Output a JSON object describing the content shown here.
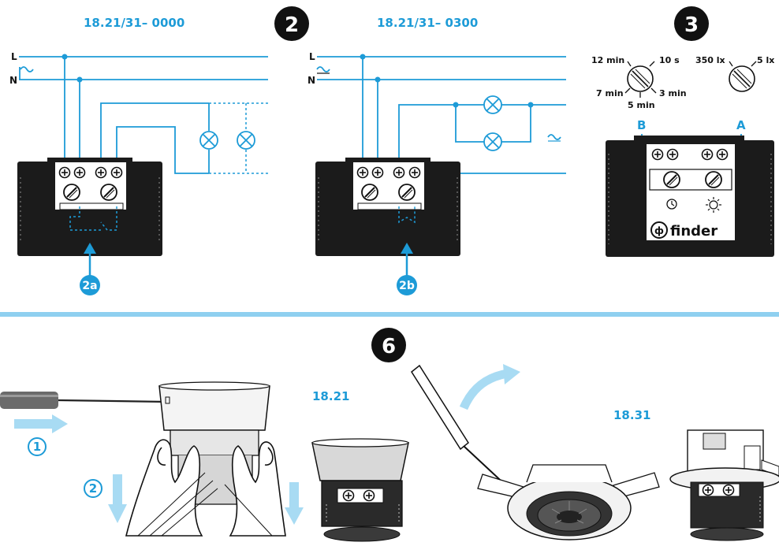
{
  "section2": {
    "number": "2",
    "diagram_a": {
      "title": "18.21/31– 0000",
      "label_l": "L",
      "label_n": "N",
      "callout": "2a"
    },
    "diagram_b": {
      "title": "18.21/31– 0300",
      "label_l": "L",
      "label_n": "N",
      "callout": "2b"
    }
  },
  "section3": {
    "number": "3",
    "time_dial": {
      "max": "12 min",
      "p1": "10 s",
      "p2": "3 min",
      "p3": "5 min",
      "p4": "7 min"
    },
    "lux_dial": {
      "max": "350 lx",
      "min": "5 lx"
    },
    "label_b": "B",
    "label_a": "A",
    "brand": "finder"
  },
  "section6": {
    "number": "6",
    "step1": "1",
    "step2": "2",
    "model_a": "18.21",
    "model_b": "18.31"
  },
  "colors": {
    "accent": "#1d9bd7",
    "divider": "#8fd0f0",
    "ink": "#111111"
  }
}
